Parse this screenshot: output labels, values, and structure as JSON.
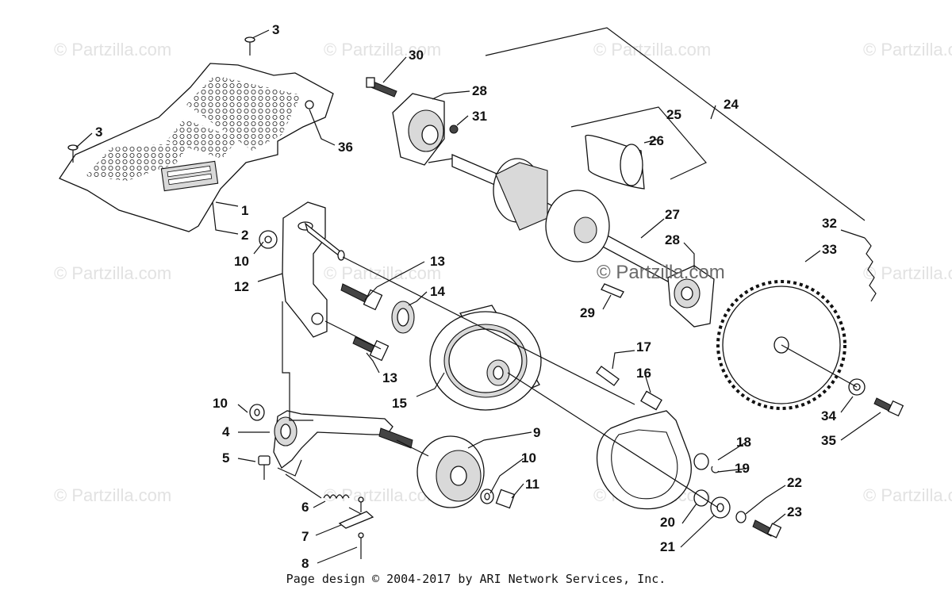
{
  "watermark": "© Partzilla.com",
  "footer": "Page design © 2004-2017 by ARI Network Services, Inc.",
  "callouts": {
    "c1": "1",
    "c2": "2",
    "c3a": "3",
    "c3b": "3",
    "c4": "4",
    "c5": "5",
    "c6": "6",
    "c7": "7",
    "c8": "8",
    "c9": "9",
    "c10a": "10",
    "c10b": "10",
    "c10c": "10",
    "c11": "11",
    "c12": "12",
    "c13a": "13",
    "c13b": "13",
    "c14": "14",
    "c15": "15",
    "c16": "16",
    "c17": "17",
    "c18": "18",
    "c19": "19",
    "c20": "20",
    "c21": "21",
    "c22": "22",
    "c23": "23",
    "c24": "24",
    "c25": "25",
    "c26": "26",
    "c27": "27",
    "c28a": "28",
    "c28b": "28",
    "c29": "29",
    "c30": "30",
    "c31": "31",
    "c32": "32",
    "c33": "33",
    "c34": "34",
    "c35": "35",
    "c36": "36"
  }
}
